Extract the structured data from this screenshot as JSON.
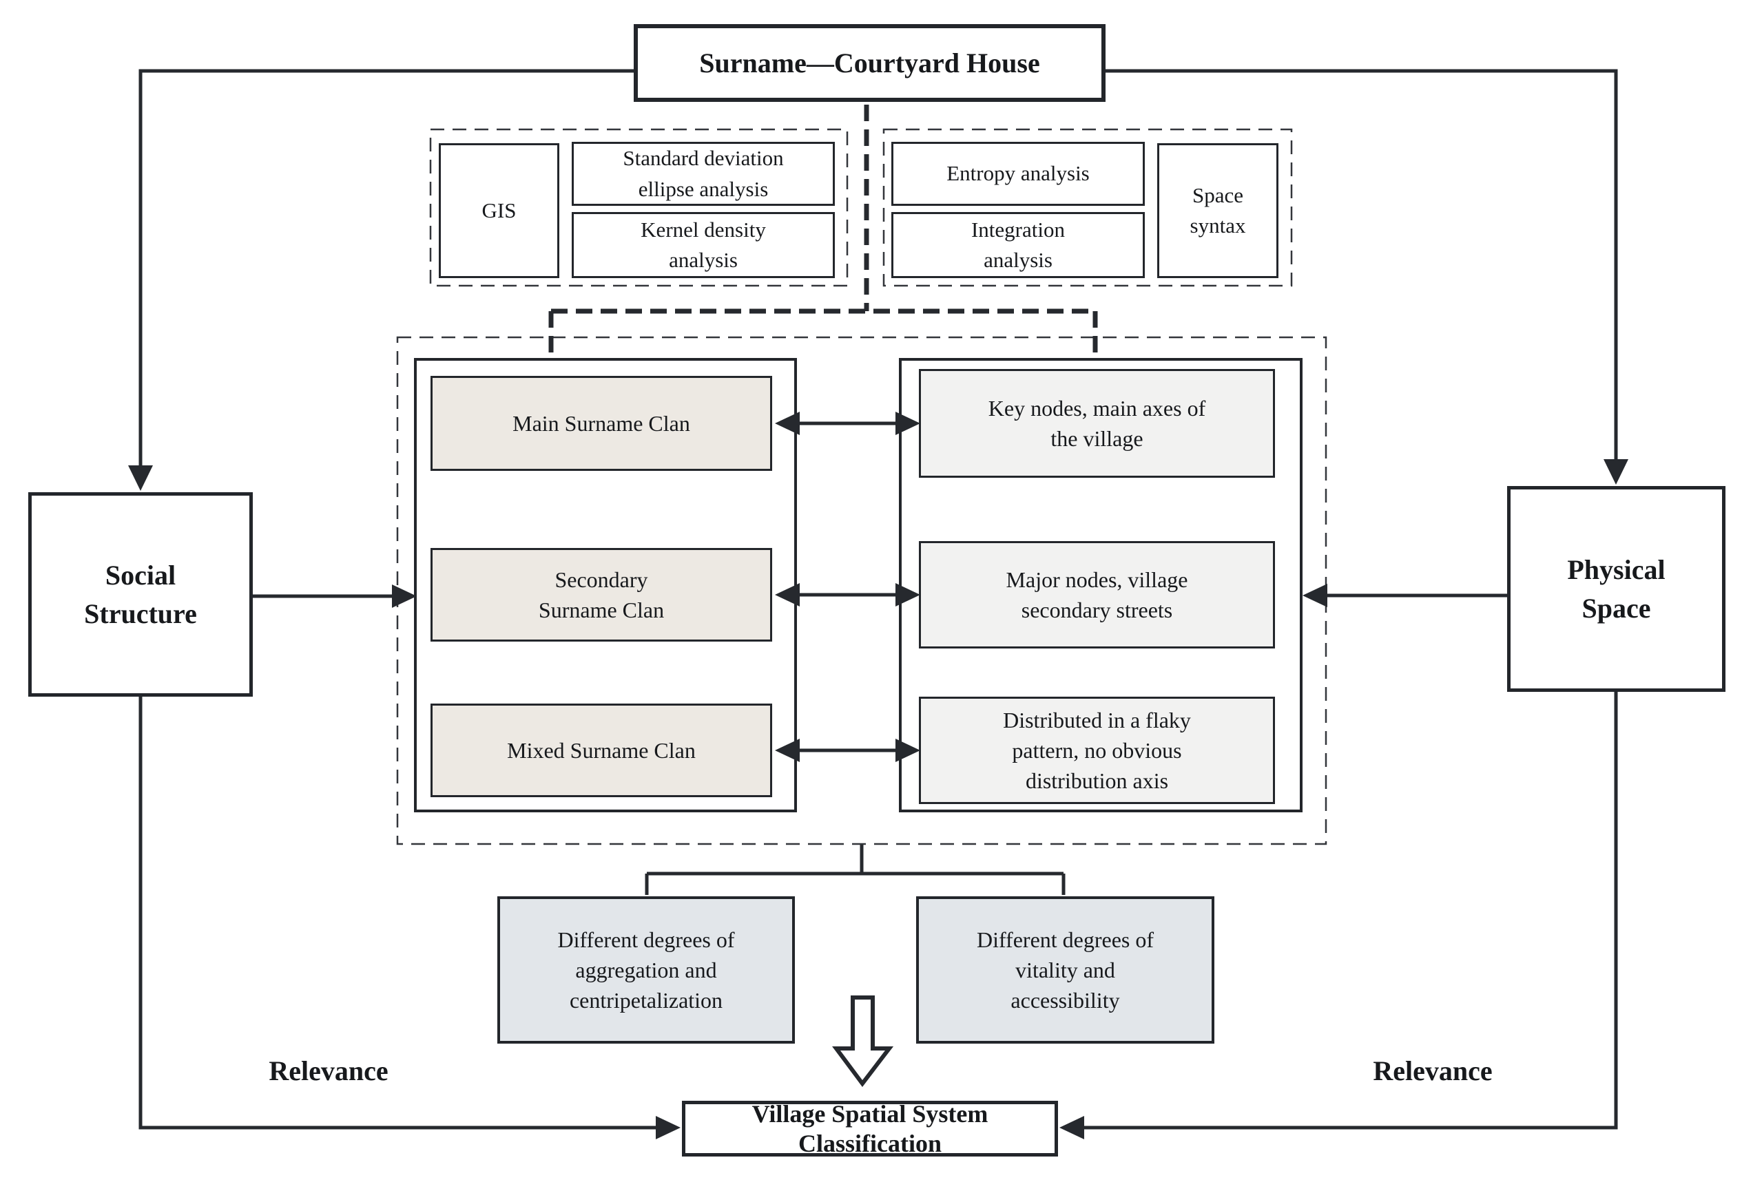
{
  "top_box": {
    "title": "Surname—Courtyard House"
  },
  "methods": {
    "gis": "GIS",
    "sde": [
      "Standard deviation",
      "ellipse analysis"
    ],
    "kernel": [
      "Kernel density",
      "analysis"
    ],
    "entropy": [
      "Entropy analysis"
    ],
    "integration": [
      "Integration",
      "analysis"
    ],
    "space_syntax": [
      "Space",
      "syntax"
    ]
  },
  "left_branch": {
    "label": [
      "Social",
      "Structure"
    ],
    "relevance": "Relevance"
  },
  "right_branch": {
    "label": [
      "Physical",
      "Space"
    ],
    "relevance": "Relevance"
  },
  "clans": {
    "main": [
      "Main Surname Clan"
    ],
    "secondary": [
      "Secondary",
      "Surname Clan"
    ],
    "mixed": [
      "Mixed Surname Clan"
    ]
  },
  "spatial": {
    "key_nodes": [
      "Key nodes, main axes of",
      "the village"
    ],
    "major_nodes": [
      "Major nodes, village",
      "secondary streets"
    ],
    "flaky": [
      "Distributed in a flaky",
      "pattern, no obvious",
      "distribution axis"
    ]
  },
  "outcomes": {
    "aggregation": [
      "Different degrees of",
      "aggregation and",
      "centripetalization"
    ],
    "vitality": [
      "Different degrees of",
      "vitality and",
      "accessibility"
    ]
  },
  "result": [
    "Village Spatial System",
    "Classification"
  ],
  "colors": {
    "clan_fill": "#ede9e3",
    "node_fill": "#f2f2f1",
    "outcome_fill": "#e2e6ea",
    "line": "#26292e"
  }
}
